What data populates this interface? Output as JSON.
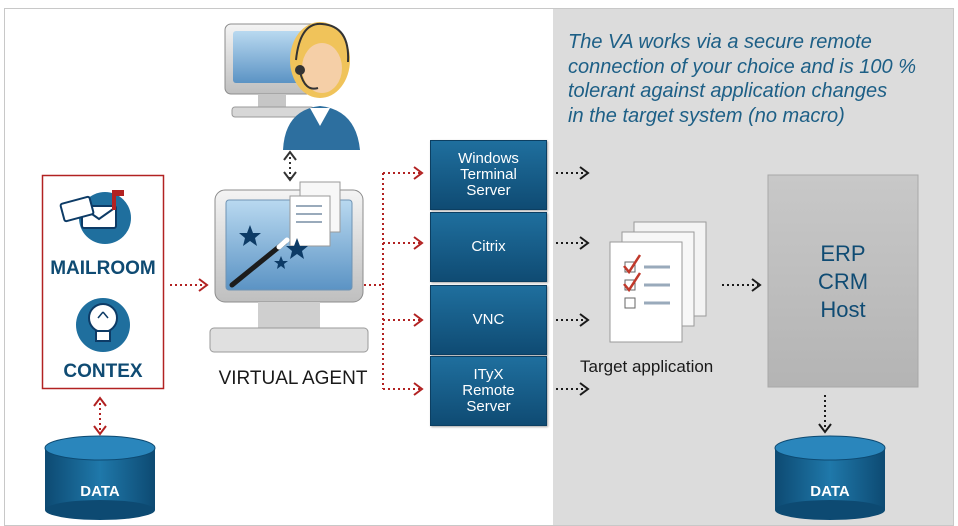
{
  "note_lines": [
    "The VA works via a secure remote",
    "connection of your choice and is 100 %",
    "tolerant against application changes",
    "in the target system (no macro)"
  ],
  "left_box": {
    "mailroom_label": "MAILROOM",
    "contex_label": "CONTEX"
  },
  "left_db_label": "DATA",
  "virtual_agent_label": "VIRTUAL AGENT",
  "protocols": [
    {
      "label": "Windows\nTerminal\nServer"
    },
    {
      "label": "Citrix"
    },
    {
      "label": "VNC"
    },
    {
      "label": "ITyX\nRemote\nServer"
    }
  ],
  "target_application_label": "Target application",
  "systems_lines": [
    "ERP",
    "CRM",
    "Host"
  ],
  "right_db_label": "DATA",
  "colors": {
    "accent_blue": "#0f4b73",
    "accent_red": "#b22222",
    "panel_gray": "#dcdcdc"
  }
}
